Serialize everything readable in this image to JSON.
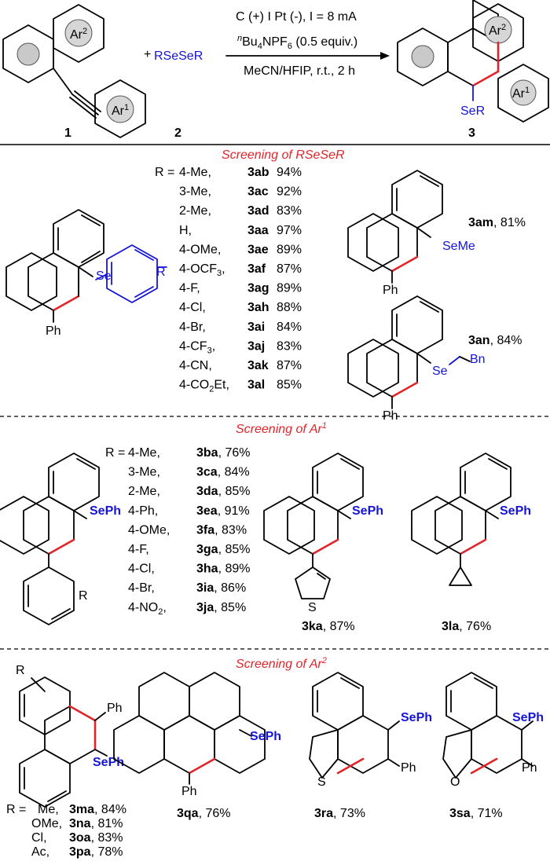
{
  "reaction": {
    "reagent_2": "RSeSeR",
    "plus": "+",
    "cond_1": "C (+) I Pt (-), I = 8 mA",
    "cond_2_pre": "n",
    "cond_2_a": "Bu",
    "cond_2_s1": "4",
    "cond_2_b": "NPF",
    "cond_2_s2": "6",
    "cond_2_c": " (0.5 equiv.)",
    "cond_3": "MeCN/HFIP, r.t., 2 h",
    "label_1": "1",
    "label_2": "2",
    "label_3": "3",
    "ar1": "Ar",
    "ar1_sup": "1",
    "ar2": "Ar",
    "ar2_sup": "2",
    "product_group": "SeR"
  },
  "section_1": {
    "title": "Screening of RSeSeR",
    "r_prefix": "R =",
    "rows": [
      {
        "sub": "4-Me,",
        "code": "3ab",
        "yield": "94%"
      },
      {
        "sub": "3-Me,",
        "code": "3ac",
        "yield": "92%"
      },
      {
        "sub": "2-Me,",
        "code": "3ad",
        "yield": "83%"
      },
      {
        "sub": "H,",
        "code": "3aa",
        "yield": "97%"
      },
      {
        "sub": "4-OMe,",
        "code": "3ae",
        "yield": "89%"
      },
      {
        "sub": "4-OCF",
        "sub_s": "3",
        "sub_end": ",",
        "code": "3af",
        "yield": "87%"
      },
      {
        "sub": "4-F,",
        "code": "3ag",
        "yield": "89%"
      },
      {
        "sub": "4-Cl,",
        "code": "3ah",
        "yield": "88%"
      },
      {
        "sub": "4-Br,",
        "code": "3ai",
        "yield": "84%"
      },
      {
        "sub": "4-CF",
        "sub_s": "3",
        "sub_end": ",",
        "code": "3aj",
        "yield": "83%"
      },
      {
        "sub": "4-CN,",
        "code": "3ak",
        "yield": "87%"
      },
      {
        "sub": "4-CO",
        "sub_s": "2",
        "sub_end": "Et,",
        "code": "3al",
        "yield": "85%"
      }
    ],
    "core_se": "Se",
    "core_r": "R",
    "core_ph": "Ph",
    "am": {
      "code": "3am",
      "yield": ", 81%",
      "group": "SeMe",
      "ph": "Ph"
    },
    "an": {
      "code": "3an",
      "yield": ", 84%",
      "se": "Se",
      "bn": "Bn",
      "ph": "Ph"
    }
  },
  "section_2": {
    "title": "Screening of Ar",
    "title_sup": "1",
    "r_prefix": "R =",
    "rows": [
      {
        "sub": "4-Me,",
        "code": "3ba",
        "yield": ", 76%"
      },
      {
        "sub": "3-Me,",
        "code": "3ca",
        "yield": ", 84%"
      },
      {
        "sub": "2-Me,",
        "code": "3da",
        "yield": ", 85%"
      },
      {
        "sub": "4-Ph,",
        "code": "3ea",
        "yield": ", 91%"
      },
      {
        "sub": "4-OMe,",
        "code": "3fa",
        "yield": ", 83%"
      },
      {
        "sub": "4-F,",
        "code": "3ga",
        "yield": ", 85%"
      },
      {
        "sub": "4-Cl,",
        "code": "3ha",
        "yield": ", 89%"
      },
      {
        "sub": "4-Br,",
        "code": "3ia",
        "yield": ", 86%"
      },
      {
        "sub": "4-NO",
        "sub_s": "2",
        "sub_end": ",",
        "code": "3ja",
        "yield": ", 85%"
      }
    ],
    "sph": "SePh",
    "core_r": "R",
    "ka": {
      "code": "3ka",
      "yield": ", 87%",
      "s": "S",
      "sph": "SePh"
    },
    "la": {
      "code": "3la",
      "yield": ", 76%",
      "sph": "SePh"
    }
  },
  "section_3": {
    "title": "Screening of Ar",
    "title_sup": "2",
    "r_label": "R",
    "ph": "Ph",
    "sph": "SePh",
    "rows": [
      {
        "prefix": "R =",
        "sub": "Me,",
        "code": "3ma",
        "yield": ", 84%"
      },
      {
        "prefix": "",
        "sub": "OMe,",
        "code": "3na",
        "yield": ", 81%"
      },
      {
        "prefix": "",
        "sub": "Cl,",
        "code": "3oa",
        "yield": ", 83%"
      },
      {
        "prefix": "",
        "sub": "Ac,",
        "code": "3pa",
        "yield": ", 78%"
      }
    ],
    "qa": {
      "code": "3qa",
      "yield": ", 76%",
      "sph": "SePh",
      "ph": "Ph"
    },
    "ra": {
      "code": "3ra",
      "yield": ", 73%",
      "sph": "SePh",
      "ph": "Ph",
      "s": "S"
    },
    "sa": {
      "code": "3sa",
      "yield": ", 71%",
      "sph": "SePh",
      "ph": "Ph",
      "o": "O"
    }
  },
  "colors": {
    "red": "#e0262b",
    "blue": "#1515d8",
    "black": "#000000"
  }
}
